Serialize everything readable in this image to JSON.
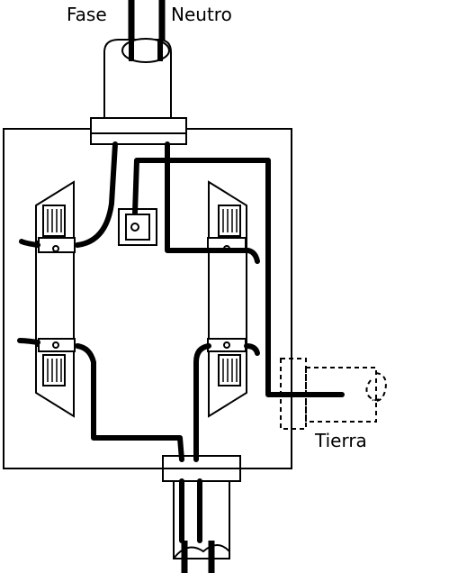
{
  "labels": {
    "fase": "Fase",
    "neutro": "Neutro",
    "tierra": "Tierra"
  },
  "colors": {
    "line": "#000000",
    "background": "#ffffff"
  }
}
